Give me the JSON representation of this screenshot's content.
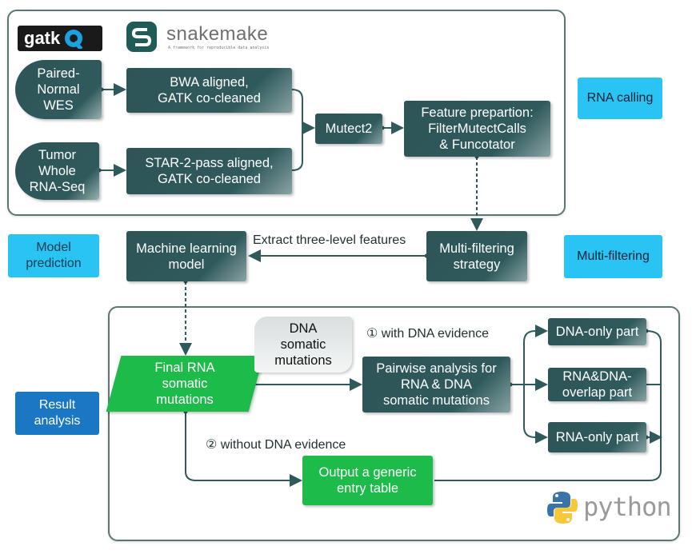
{
  "logos": {
    "gatk": "gatk",
    "snakemake": "snakemake",
    "snakemake_tagline": "A framework for reproducible data analysis",
    "python": "python"
  },
  "calling": {
    "paired_normal": [
      "Paired-",
      "Normal",
      "WES"
    ],
    "tumor_rna": [
      "Tumor",
      "Whole",
      "RNA-Seq"
    ],
    "bwa": [
      "BWA aligned,",
      "GATK co-cleaned"
    ],
    "star": [
      "STAR-2-pass aligned,",
      "GATK co-cleaned"
    ],
    "mutect2": "Mutect2",
    "feature_prep": [
      "Feature prepartion:",
      "FilterMutectCalls",
      "& Funcotator"
    ]
  },
  "side_labels": {
    "rna_calling": "RNA calling",
    "model_prediction": [
      "Model",
      "prediction"
    ],
    "multi_filtering": "Multi-filtering",
    "result_analysis": [
      "Result",
      "analysis"
    ]
  },
  "middle": {
    "ml_model": [
      "Machine learning",
      "model"
    ],
    "extract_label": "Extract three-level features",
    "multi_strategy": [
      "Multi-filtering",
      "strategy"
    ]
  },
  "result": {
    "final_rna": [
      "Final RNA",
      "somatic",
      "mutations"
    ],
    "dna_somatic": [
      "DNA",
      "somatic",
      "mutations"
    ],
    "with_dna": "① with DNA evidence",
    "without_dna": "② without DNA evidence",
    "pairwise": [
      "Pairwise analysis for",
      "RNA & DNA",
      "somatic mutations"
    ],
    "dna_only": "DNA-only part",
    "overlap": [
      "RNA&DNA-",
      "overlap part"
    ],
    "rna_only": "RNA-only part",
    "output_table": [
      "Output a generic",
      "entry table"
    ]
  },
  "colors": {
    "dark_teal": "#2f5a5c",
    "cyan": "#29c3f4",
    "blue": "#1b77c3",
    "green": "#1dbb4a"
  }
}
